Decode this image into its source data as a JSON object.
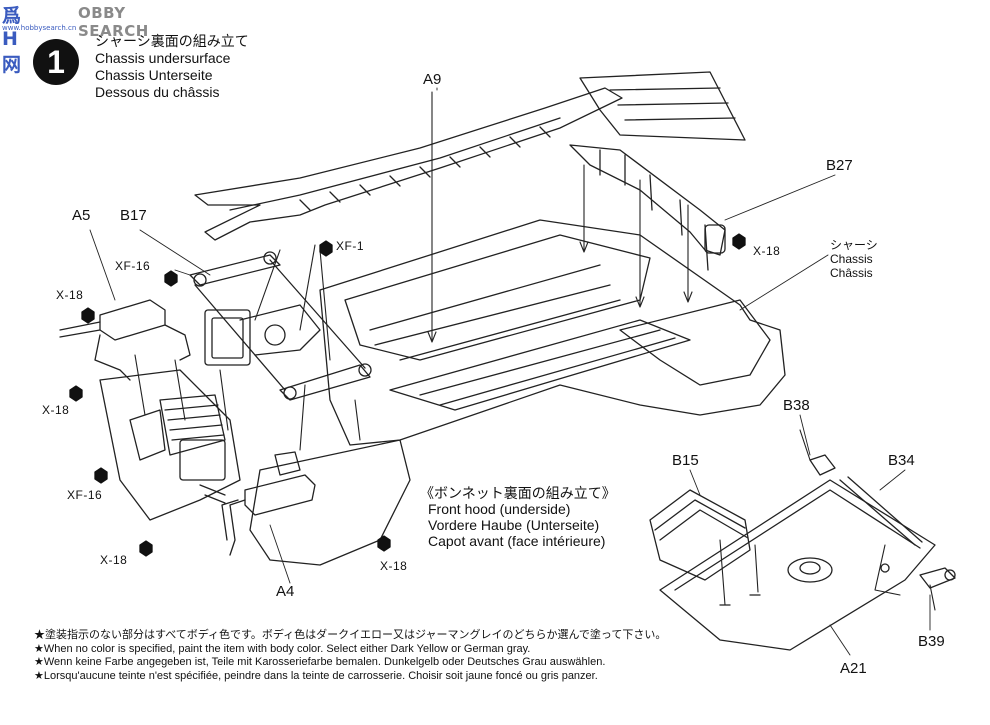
{
  "watermark": {
    "logo": "爲H网",
    "site": "OBBY SEARCH",
    "url": "www.hobbysearch.cn"
  },
  "step": {
    "number": "1",
    "title_jp": "シャーシ裏面の組み立て",
    "title_en": "Chassis undersurface",
    "title_de": "Chassis Unterseite",
    "title_fr": "Dessous du châssis"
  },
  "parts": {
    "a9": "A9",
    "b27": "B27",
    "a5": "A5",
    "b17": "B17",
    "a4": "A4",
    "b38": "B38",
    "b15": "B15",
    "b34": "B34",
    "b39": "B39",
    "a21": "A21"
  },
  "screws": {
    "xf1": "XF-1",
    "xf16_top": "XF-16",
    "xf16_bottom": "XF-16",
    "x18_left_top": "X-18",
    "x18_left_mid": "X-18",
    "x18_bottom_left": "X-18",
    "x18_bottom_center": "X-18",
    "x18_right": "X-18"
  },
  "chassis_label": {
    "jp": "シャーシ",
    "en": "Chassis",
    "fr": "Châssis"
  },
  "hood": {
    "title_jp": "《ボンネット裏面の組み立て》",
    "en": "Front hood (underside)",
    "de": "Vordere Haube (Unterseite)",
    "fr": "Capot avant (face intérieure)"
  },
  "notes": [
    "★塗装指示のない部分はすべてボディ色です。ボディ色はダークイエロー又はジャーマングレイのどちらか選んで塗って下さい。",
    "★When no color is specified, paint the item with body color. Select either Dark Yellow or German gray.",
    "★Wenn keine Farbe angegeben ist, Teile mit Karosseriefarbe bemalen. Dunkelgelb oder Deutsches Grau auswählen.",
    "★Lorsqu'aucune teinte n'est spécifiée, peindre dans la teinte de carrosserie. Choisir soit jaune foncé ou gris panzer."
  ]
}
